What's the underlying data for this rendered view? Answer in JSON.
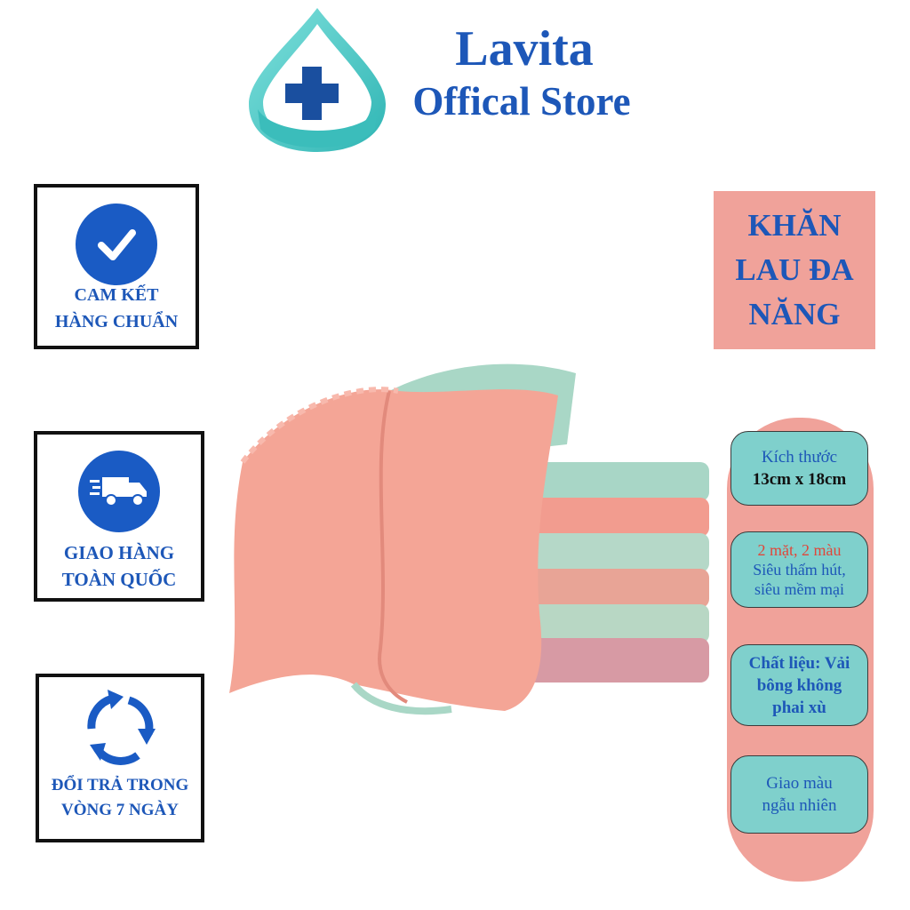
{
  "brand": {
    "name": "Lavita",
    "subtitle": "Offical Store",
    "logo_icon": "medical-cross-drop-icon",
    "colors": {
      "primary": "#1d57b8",
      "accent_teal": "#4cc9c6",
      "pink": "#f0a29a",
      "teal_box": "#7fd0cc"
    }
  },
  "badges": [
    {
      "icon": "check-circle-icon",
      "lines": [
        "CAM KẾT",
        "HÀNG CHUẨN"
      ]
    },
    {
      "icon": "delivery-truck-icon",
      "lines": [
        "GIAO HÀNG",
        "TOÀN QUỐC"
      ]
    },
    {
      "icon": "recycle-arrows-icon",
      "lines": [
        "ĐỔI TRẢ TRONG",
        "VÒNG 7 NGÀY"
      ]
    }
  ],
  "title": {
    "lines": [
      "KHĂN",
      "LAU ĐA",
      "NĂNG"
    ]
  },
  "features": [
    {
      "lines": [
        "Kích thước",
        "13cm x 18cm"
      ]
    },
    {
      "lines": [
        "2 mặt, 2 màu",
        "Siêu thấm hút,",
        "siêu mềm mại"
      ]
    },
    {
      "lines": [
        "Chất liệu: Vải",
        "bông không",
        "phai xù"
      ]
    },
    {
      "lines": [
        "Giao màu",
        "ngẫu nhiên"
      ]
    }
  ],
  "product": {
    "icon": "towel-stack-image"
  }
}
